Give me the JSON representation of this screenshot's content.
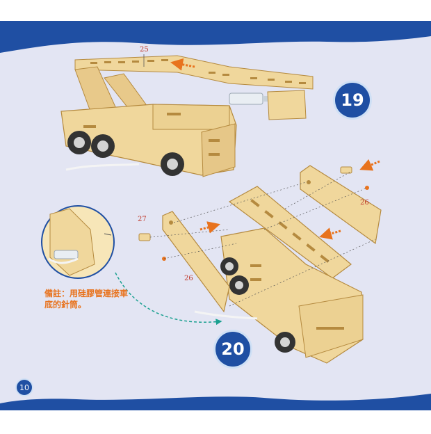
{
  "steps": {
    "step19": "19",
    "step20": "20"
  },
  "page_number": "10",
  "note": "備註：用硅膠管連接車底的針筒。",
  "part_labels": {
    "p25": "25",
    "p27": "27",
    "p26_right": "26",
    "p26_left": "26"
  },
  "colors": {
    "frame_blue": "#1f4fa3",
    "background": "#e3e5f3",
    "wood": "#f0d79c",
    "arrow": "#e8731e"
  }
}
